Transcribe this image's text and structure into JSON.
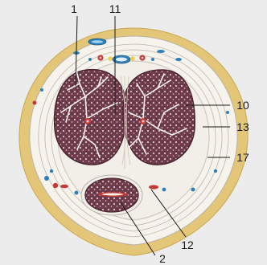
{
  "labels": {
    "l1": "1",
    "l11": "11",
    "l10": "10",
    "l13": "13",
    "l17": "17",
    "l12": "12",
    "l2": "2"
  },
  "colors": {
    "background": "#ececec",
    "skin": "#e3c677",
    "tissue": "#f4f1ea",
    "fascia": "#d7d3cc",
    "erectile": "#6e3b4b",
    "artery": "#c23a3a",
    "vein": "#2f7fb8",
    "nerve": "#f0d24a",
    "line": "#1a1a1a"
  }
}
